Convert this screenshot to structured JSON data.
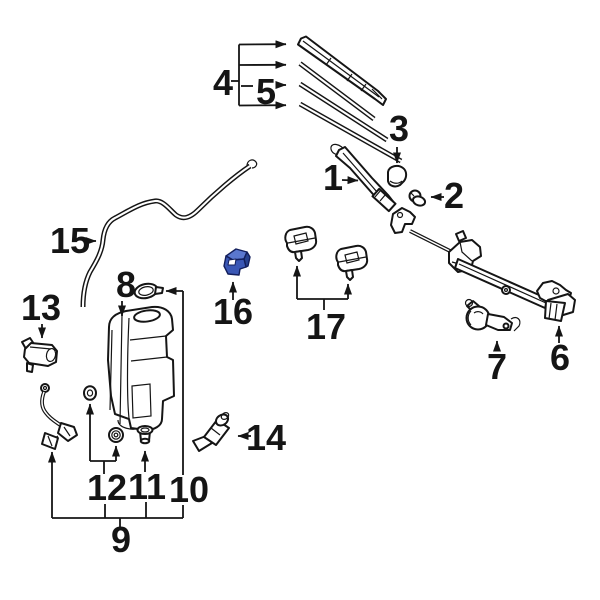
{
  "figure": {
    "kind": "exploded-parts-diagram",
    "subject": "Windshield wiper and washer system exploded parts diagram",
    "background": "#ffffff",
    "ink": "#151515",
    "highlight": {
      "part": "16",
      "fill": "#3a57b5",
      "fill_light": "#5a77cf",
      "fill_dark": "#27418f",
      "outline": "#131f5c"
    }
  },
  "labels": {
    "p1": "1",
    "p2": "2",
    "p3": "3",
    "p4": "4",
    "p5": "5",
    "p6": "6",
    "p7": "7",
    "p8": "8",
    "p9": "9",
    "p10": "10",
    "p11": "11",
    "p12": "12",
    "p13": "13",
    "p14": "14",
    "p15": "15",
    "p16": "16",
    "p17": "17"
  }
}
